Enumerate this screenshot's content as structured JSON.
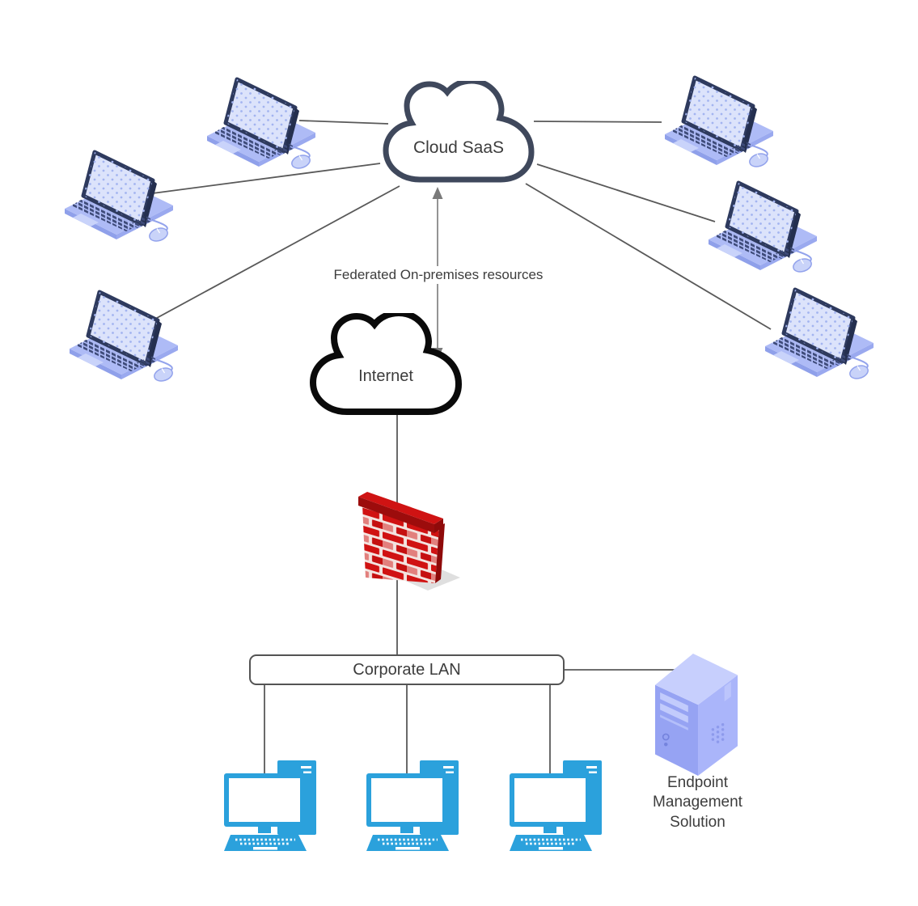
{
  "diagram": {
    "cloud_saas": {
      "label": "Cloud SaaS"
    },
    "internet": {
      "label": "Internet"
    },
    "federation_link": {
      "label": "Federated On-premises resources"
    },
    "corporate_lan": {
      "label": "Corporate LAN"
    },
    "endpoint_server": {
      "label": "Endpoint Management Solution"
    },
    "devices": {
      "laptops": [
        "top-left",
        "middle-left",
        "bottom-left",
        "top-right",
        "middle-right",
        "bottom-right"
      ],
      "workstations": [
        "left",
        "center",
        "right"
      ],
      "firewall": "firewall-brick-wall",
      "server": "endpoint-management-server"
    },
    "connections": [
      {
        "from": "laptop-top-left",
        "to": "cloud-saas"
      },
      {
        "from": "laptop-middle-left",
        "to": "cloud-saas"
      },
      {
        "from": "laptop-bottom-left",
        "to": "cloud-saas"
      },
      {
        "from": "laptop-top-right",
        "to": "cloud-saas"
      },
      {
        "from": "laptop-middle-right",
        "to": "cloud-saas"
      },
      {
        "from": "laptop-bottom-right",
        "to": "cloud-saas"
      },
      {
        "from": "cloud-saas",
        "to": "internet",
        "style": "double-arrow",
        "label": "Federated On-premises resources"
      },
      {
        "from": "internet",
        "to": "corporate-lan",
        "through": "firewall"
      },
      {
        "from": "corporate-lan",
        "to": "workstation-left"
      },
      {
        "from": "corporate-lan",
        "to": "workstation-center"
      },
      {
        "from": "corporate-lan",
        "to": "workstation-right"
      },
      {
        "from": "corporate-lan",
        "to": "endpoint-server"
      }
    ],
    "colors": {
      "laptop_body": "#aebbf6",
      "laptop_screen": "#dce3fb",
      "laptop_frame": "#2e3a5e",
      "workstation_blue": "#2ba1dc",
      "server_blue": "#aab5fa",
      "firewall_red": "#d01212",
      "firewall_red_light": "#e2807d",
      "connector_gray": "#595959",
      "arrow_gray": "#7a7a7a",
      "cloud_saas_outline": "#3f485c",
      "internet_outline": "#0a0a0a",
      "label_text": "#3d3d3d"
    }
  }
}
